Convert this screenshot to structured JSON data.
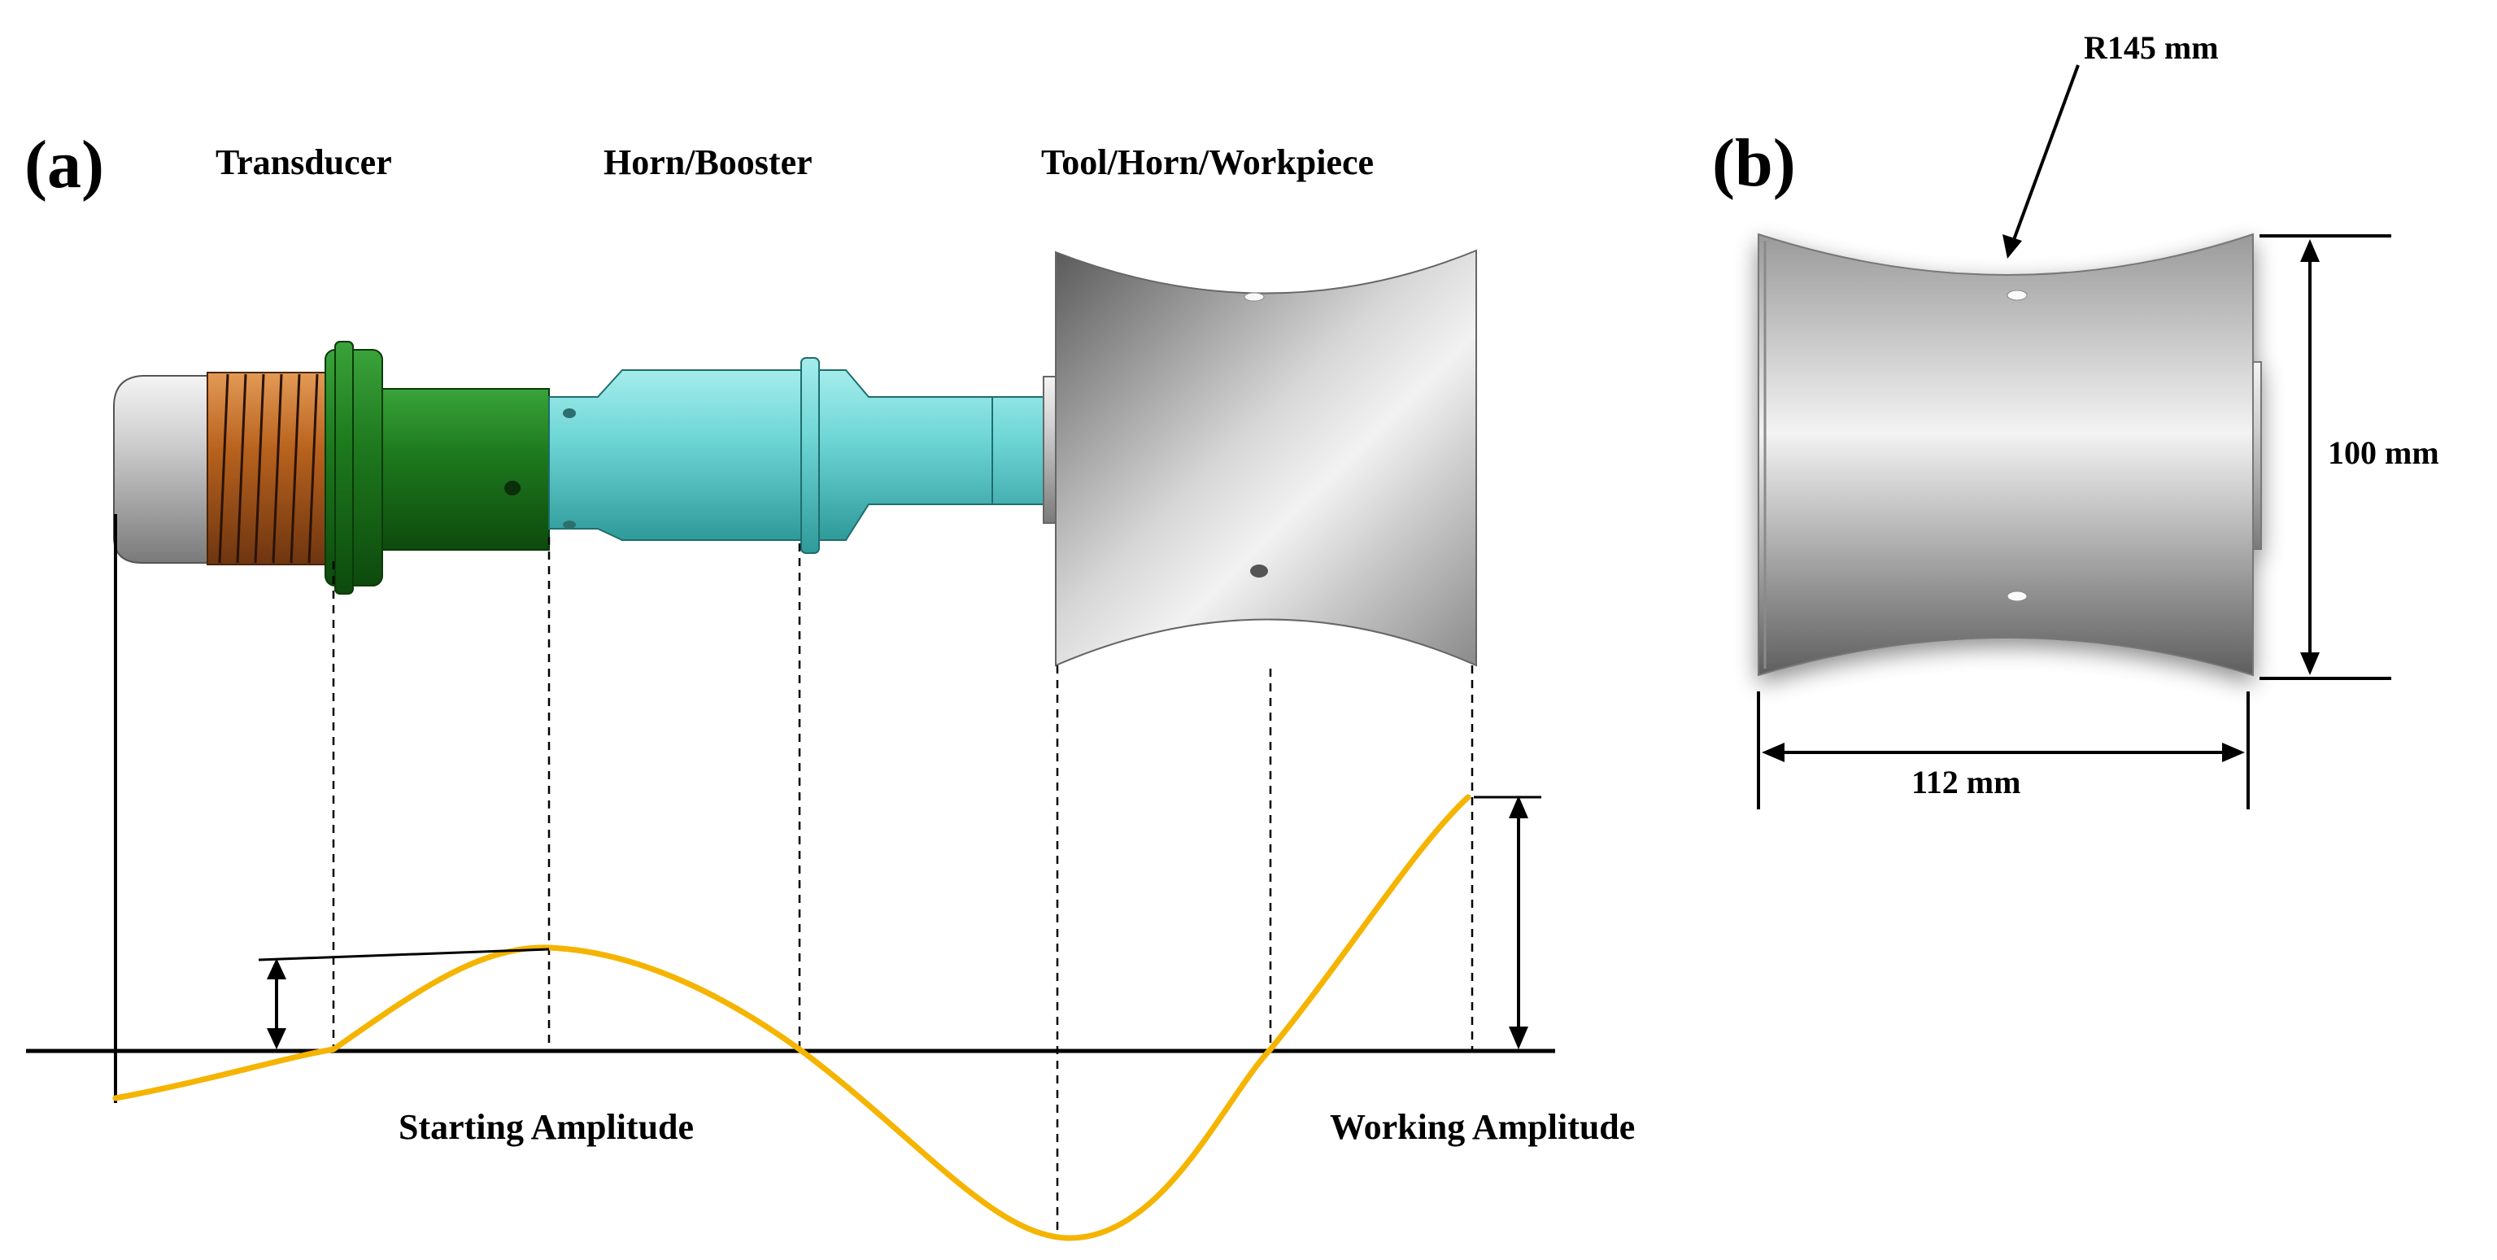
{
  "panel_a": {
    "label": "(a)",
    "parts": {
      "transducer": "Transducer",
      "booster": "Horn/Booster",
      "tool": "Tool/Horn/Workpiece"
    },
    "amplitudes": {
      "starting": "Starting Amplitude",
      "working": "Working Amplitude"
    }
  },
  "panel_b": {
    "label": "(b)",
    "radius_label": "R145 mm",
    "height_label": "100 mm",
    "width_label": "112 mm"
  },
  "colors": {
    "wave": "#F5B400",
    "transducer_coil": "#B8621E",
    "transducer_end": "#D9D9D9",
    "green_section": "#1E7A1E",
    "booster": "#6FD6D6",
    "tool": "#BFBFBF"
  },
  "icons": {
    "arrow": "double-headed-arrow"
  }
}
